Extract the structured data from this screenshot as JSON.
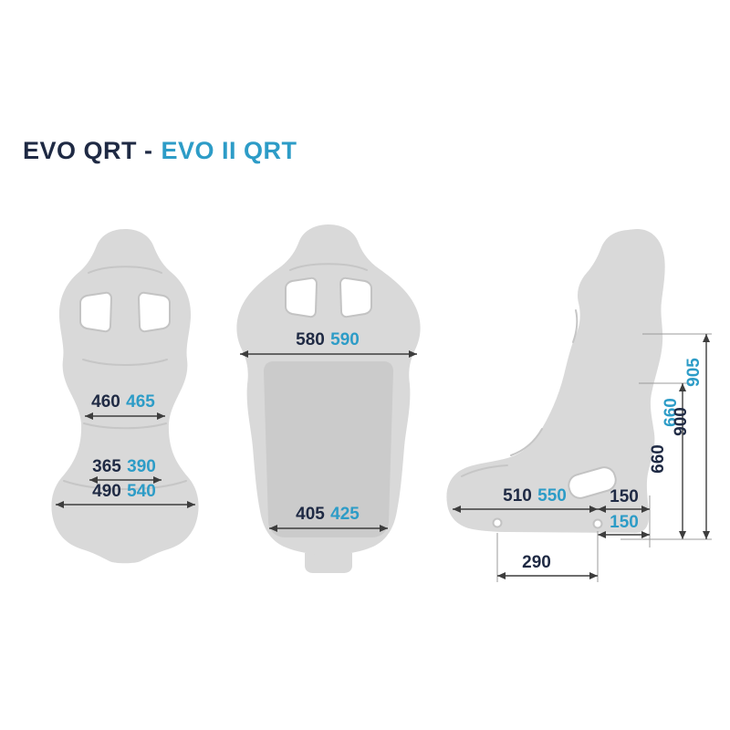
{
  "title": {
    "part1": "EVO QRT -",
    "part2": "EVO II QRT"
  },
  "colors": {
    "navy": "#1f2a44",
    "blue": "#2d9cc7",
    "seat_fill": "#d9d9d9",
    "seat_inner_panel": "#cbcbcb",
    "dimension_line": "#3d3d3d"
  },
  "views": {
    "front": {
      "label": "front-view-shell",
      "dims": {
        "shoulder": {
          "evo": "460",
          "evo2": "465"
        },
        "cushion_inner": {
          "evo": "365",
          "evo2": "390"
        },
        "base": {
          "evo": "490",
          "evo2": "540"
        }
      }
    },
    "front_full": {
      "label": "front-view-overall",
      "dims": {
        "top": {
          "evo": "580",
          "evo2": "590"
        },
        "bottom": {
          "evo": "405",
          "evo2": "425"
        }
      }
    },
    "side": {
      "label": "side-view",
      "dims": {
        "height": {
          "evo": "900",
          "evo2": "905"
        },
        "backrest": {
          "evo": "660",
          "evo2": "660"
        },
        "depth": {
          "evo": "510",
          "evo2": "550"
        },
        "offset_upper": "150",
        "offset_lower": "150",
        "mount_spacing": "290"
      }
    }
  }
}
